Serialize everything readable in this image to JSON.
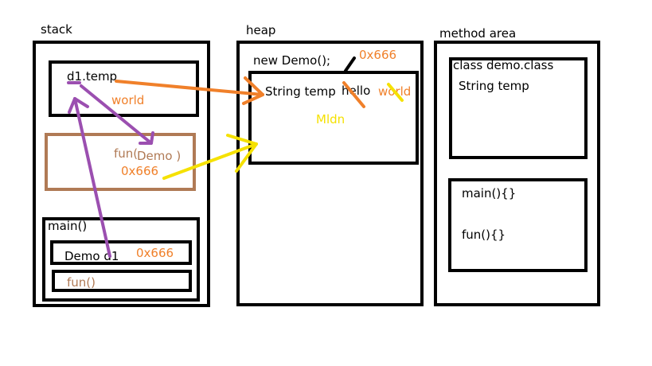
{
  "regions": {
    "stack": "stack",
    "heap": "heap",
    "method_area": "method area"
  },
  "stack": {
    "d1_temp": "d1.temp",
    "world": "world",
    "fun_call": "fun(",
    "fun_param": "Demo )",
    "fun_addr": "0x666",
    "main_label": "main()",
    "demo_d1": "Demo d1",
    "main_addr": "0x666",
    "fun_frame": "fun()"
  },
  "heap": {
    "new_demo": "new Demo();",
    "addr": "0x666",
    "string_temp": "String temp",
    "hello": "hello",
    "world": "world",
    "mldn": "Mldn"
  },
  "method_area": {
    "class_name": "class demo.class",
    "string_temp": "String temp",
    "main": "main(){}",
    "fun": "fun(){}"
  },
  "colors": {
    "border": "#000000",
    "orange": "#f0802a",
    "purple": "#9b4fb0",
    "yellow": "#f5e100",
    "brown": "#b07a55"
  }
}
